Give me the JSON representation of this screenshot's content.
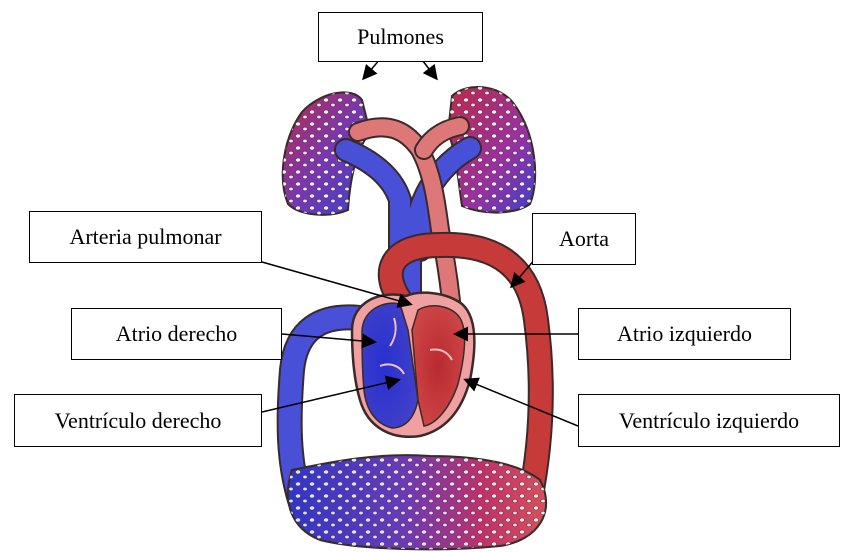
{
  "labels": {
    "pulmones": "Pulmones",
    "arteria_pulmonar": "Arteria pulmonar",
    "aorta": "Aorta",
    "atrio_derecho": "Atrio derecho",
    "atrio_izquierdo": "Atrio izquierdo",
    "ventriculo_derecho": "Ventrículo derecho",
    "ventriculo_izquierdo": "Ventrículo izquierdo"
  },
  "colors": {
    "oxygenated": "#d24a4a",
    "deoxygenated": "#3b3fd0",
    "mixed": "#8a3aa8",
    "outline": "#3a2a2a",
    "label_border": "#000000"
  }
}
